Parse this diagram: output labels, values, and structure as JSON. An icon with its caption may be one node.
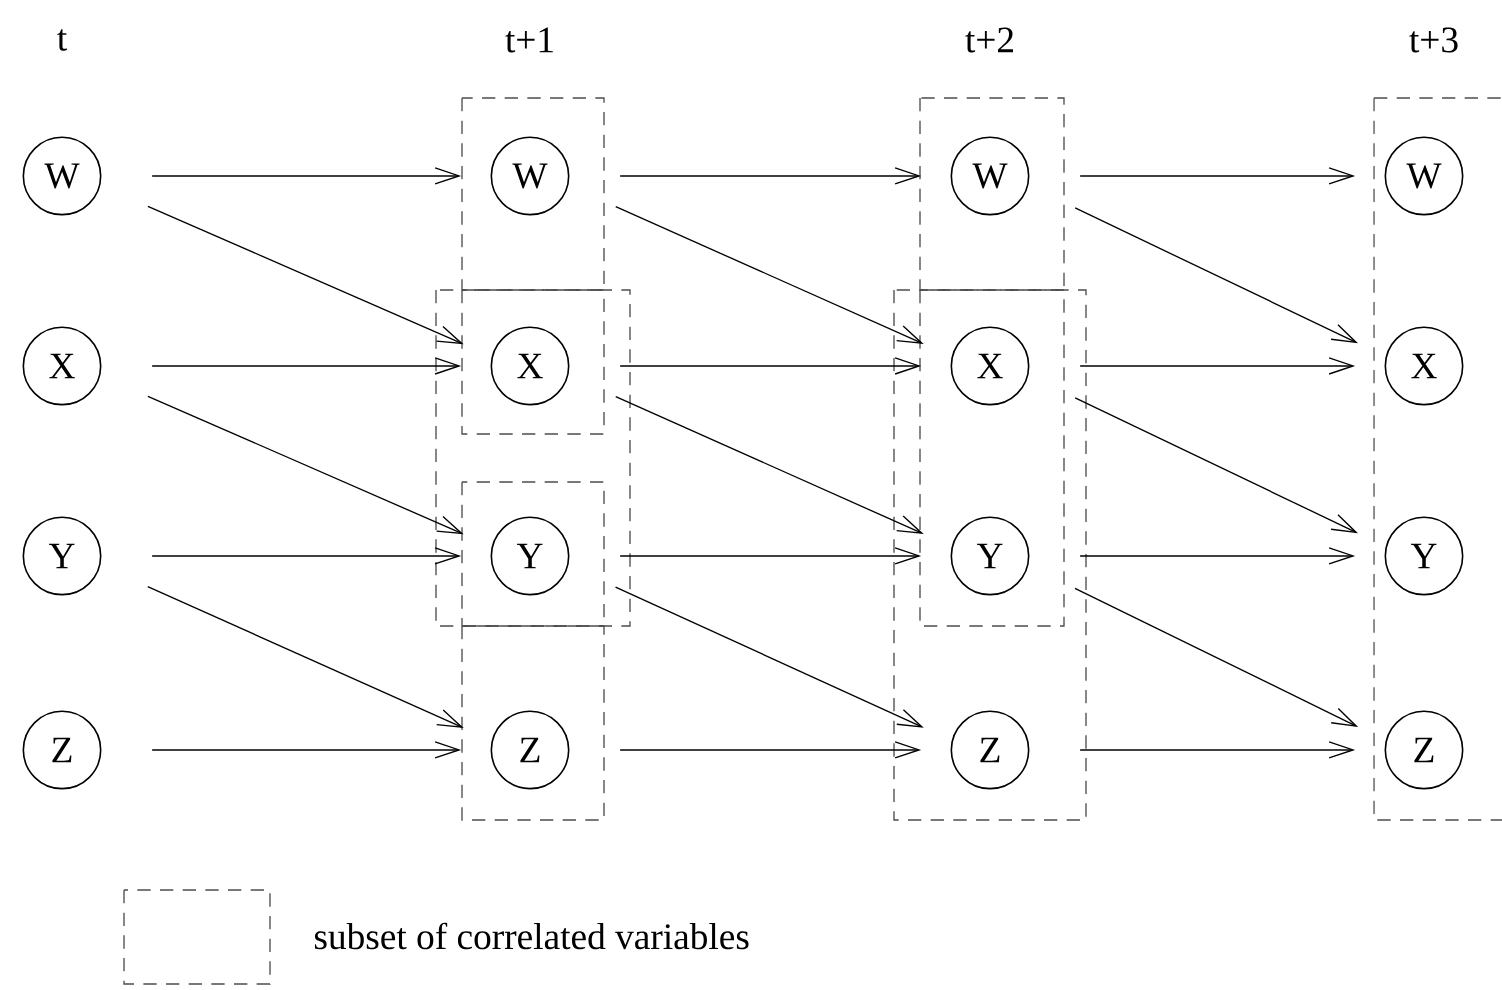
{
  "diagram": {
    "nodes": [
      {
        "text": [
          "W"
        ]
      },
      {
        "text": [
          "X"
        ]
      },
      {
        "text": [
          "Y"
        ]
      },
      {
        "text": [
          "Z"
        ]
      },
      {
        "text": [
          "W"
        ]
      },
      {
        "text": [
          "X"
        ]
      },
      {
        "text": [
          "Y"
        ]
      },
      {
        "text": [
          "Z"
        ]
      },
      {
        "text": [
          "W"
        ]
      },
      {
        "text": [
          "X"
        ]
      },
      {
        "text": [
          "Y"
        ]
      },
      {
        "text": [
          "Z"
        ]
      },
      {
        "text": [
          "W"
        ]
      },
      {
        "text": [
          "X"
        ]
      },
      {
        "text": [
          "Y"
        ]
      },
      {
        "text": [
          "Z"
        ]
      }
    ],
    "edges": [
      {
        "from": 0,
        "to": 4,
        "arrow": "to"
      },
      {
        "from": 0,
        "to": 5,
        "arrow": "to"
      },
      {
        "from": 1,
        "to": 5,
        "arrow": "to"
      },
      {
        "from": 1,
        "to": 6,
        "arrow": "to"
      },
      {
        "from": 2,
        "to": 6,
        "arrow": "to"
      },
      {
        "from": 2,
        "to": 7,
        "arrow": "to"
      },
      {
        "from": 3,
        "to": 7,
        "arrow": "to"
      },
      {
        "from": 4,
        "to": 8,
        "arrow": "to"
      },
      {
        "from": 4,
        "to": 9,
        "arrow": "to"
      },
      {
        "from": 5,
        "to": 9,
        "arrow": "to"
      },
      {
        "from": 5,
        "to": 10,
        "arrow": "to"
      },
      {
        "from": 6,
        "to": 10,
        "arrow": "to"
      },
      {
        "from": 6,
        "to": 11,
        "arrow": "to"
      },
      {
        "from": 7,
        "to": 11,
        "arrow": "to"
      },
      {
        "from": 8,
        "to": 12,
        "arrow": "to"
      },
      {
        "from": 8,
        "to": 13,
        "arrow": "to"
      },
      {
        "from": 9,
        "to": 13,
        "arrow": "to"
      },
      {
        "from": 9,
        "to": 14,
        "arrow": "to"
      },
      {
        "from": 10,
        "to": 14,
        "arrow": "to"
      },
      {
        "from": 10,
        "to": 15,
        "arrow": "to"
      },
      {
        "from": 11,
        "to": 15,
        "arrow": "to"
      }
    ],
    "labels": [
      "t",
      "t+1",
      "t+2",
      "t+3"
    ],
    "legend": [
      {
        "text": "subset of correlated variables"
      }
    ]
  }
}
